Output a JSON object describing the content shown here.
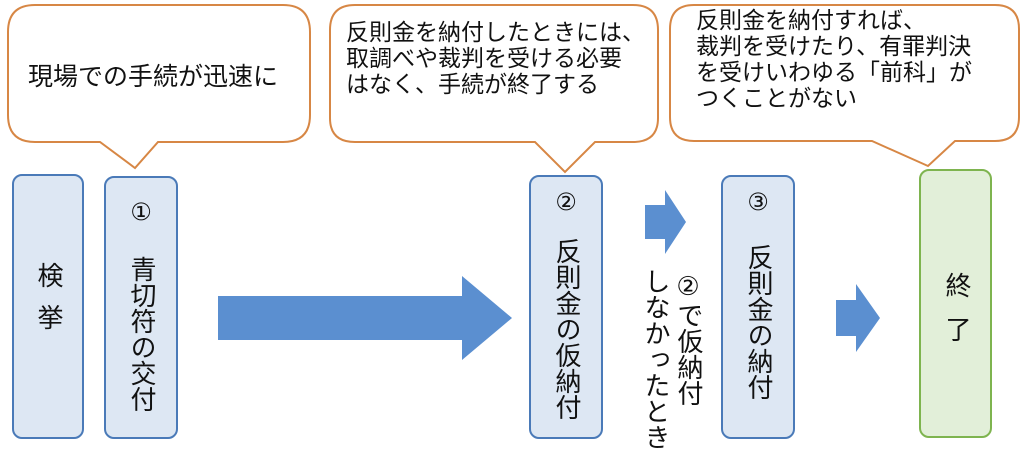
{
  "bubbles": {
    "b1": {
      "text": "現場での手続が迅速に"
    },
    "b2": {
      "lines": [
        "反則金を納付したときには、",
        "取調べや裁判を受ける必要",
        "はなく、手続が終了する"
      ]
    },
    "b3": {
      "lines": [
        "反則金を納付すれば、",
        "裁判を受けたり、有罪判決",
        "を受けいわゆる「前科」が",
        "つくことがない"
      ]
    }
  },
  "steps": {
    "kenkyo": {
      "label": "検挙"
    },
    "s1": {
      "num": "①",
      "label": "青切符の交付"
    },
    "s2": {
      "num": "②",
      "label": "反則金の仮納付"
    },
    "s3": {
      "num": "③",
      "label": "反則金の納付"
    },
    "end": {
      "label": "終了"
    }
  },
  "branch_note": {
    "lines": [
      "②で仮納付",
      "しなかったとき"
    ]
  },
  "colors": {
    "bubble_border": "#d78745",
    "box_border": "#4a7ab8",
    "box_fill": "#dde7f3",
    "end_border": "#7eb44f",
    "end_fill": "#e2efd9",
    "arrow": "#5b8fd0"
  }
}
